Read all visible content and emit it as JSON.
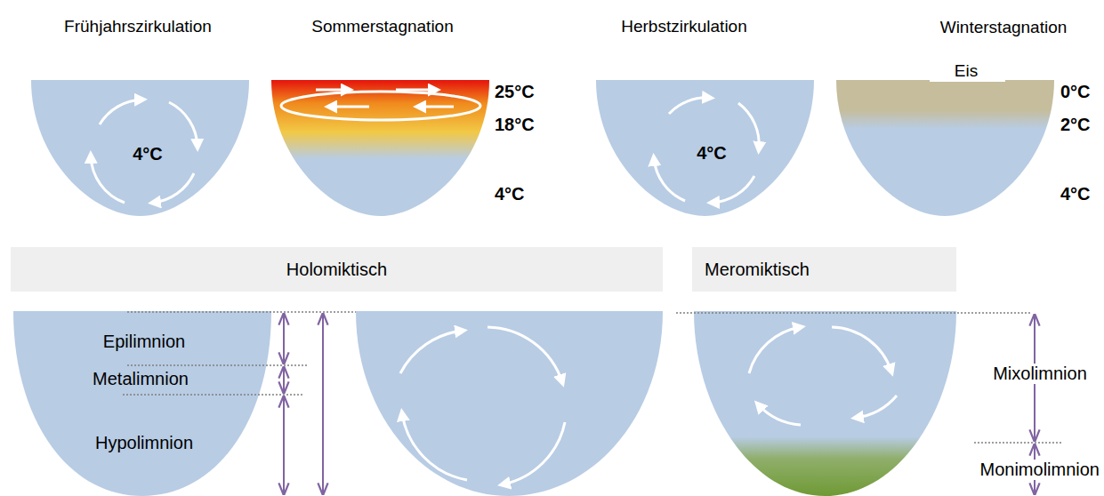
{
  "diagram": {
    "nodes": [
      {
        "text": [
          "Holomiktisch"
        ]
      },
      {
        "text": [
          "Meromiktisch"
        ]
      }
    ],
    "labels": [
      "Frühjahrszirkulation",
      "Sommerstagnation",
      "Herbstzirkulation",
      "Winterstagnation",
      "4°C",
      "25°C",
      "18°C",
      "4°C",
      "4°C",
      "Eis",
      "0°C",
      "2°C",
      "4°C",
      "Epilimnion",
      "Metalimnion",
      "Hypolimnion",
      "Mixolimnion",
      "Monimolimnion"
    ]
  }
}
